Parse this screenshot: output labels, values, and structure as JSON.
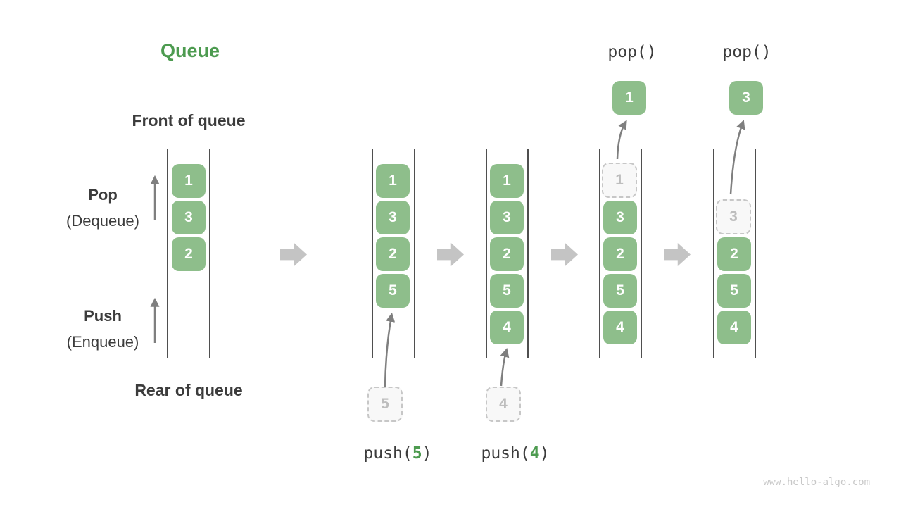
{
  "title": "Queue",
  "labels": {
    "front": "Front of queue",
    "rear": "Rear of queue",
    "pop": "Pop",
    "pop_sub": "(Dequeue)",
    "push": "Push",
    "push_sub": "(Enqueue)"
  },
  "states": [
    {
      "name": "initial",
      "cells": [
        "1",
        "3",
        "2"
      ]
    },
    {
      "name": "after-push-5",
      "cells": [
        "1",
        "3",
        "2",
        "5"
      ],
      "pending": "5",
      "op": {
        "fn": "push(",
        "arg": "5",
        "close": ")"
      }
    },
    {
      "name": "after-push-4",
      "cells": [
        "1",
        "3",
        "2",
        "5",
        "4"
      ],
      "pending": "4",
      "op": {
        "fn": "push(",
        "arg": "4",
        "close": ")"
      }
    },
    {
      "name": "pop-front-1",
      "cells": [
        "1",
        "3",
        "2",
        "5",
        "4"
      ],
      "ghost_index": 0,
      "popped": "1",
      "op_label": "pop()"
    },
    {
      "name": "pop-front-3",
      "cells": [
        "3",
        "2",
        "5",
        "4"
      ],
      "ghost_index": 0,
      "popped": "3",
      "op_label": "pop()"
    }
  ],
  "watermark": "www.hello-algo.com",
  "colors": {
    "box_green": "#8ebe8b",
    "accent_green": "#4d9b50",
    "dark_text": "#3c3c3c",
    "wall_gray": "#4f4f4f",
    "block_arrow_gray": "#c4c4c4",
    "thin_arrow_gray": "#7f7f7f",
    "ghost_border": "#c7c7c7",
    "ghost_text": "#bdbdbd",
    "watermark_gray": "#c8c8c8"
  }
}
